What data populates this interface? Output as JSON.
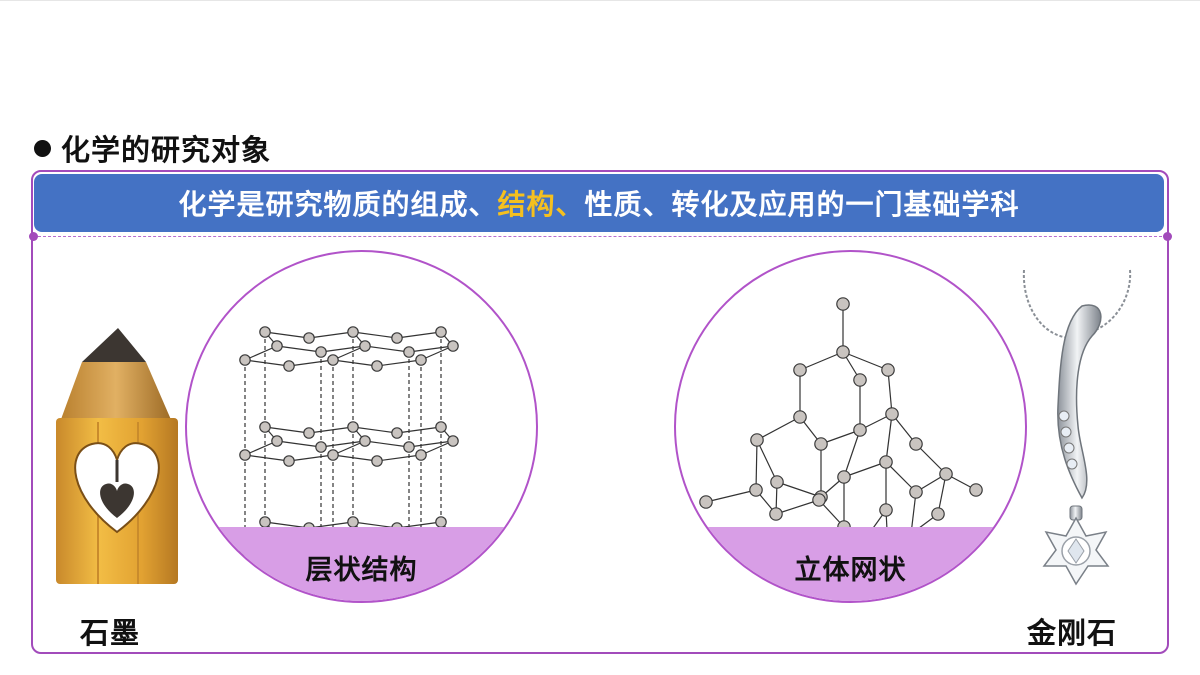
{
  "heading": {
    "title": "化学的研究对象"
  },
  "banner": {
    "part1": "化学是研究物质的组成、",
    "highlight": "结构、",
    "part2": "性质、转化及应用的一门基础学科",
    "highlight_color": "#f5c01f"
  },
  "graphite": {
    "label": "石墨",
    "structure_label": "层状结构"
  },
  "diamond": {
    "label": "金刚石",
    "structure_label": "立体网状"
  },
  "colors": {
    "frame": "#a24bbb",
    "banner": "#4472c4",
    "band": "#d89ee6"
  }
}
